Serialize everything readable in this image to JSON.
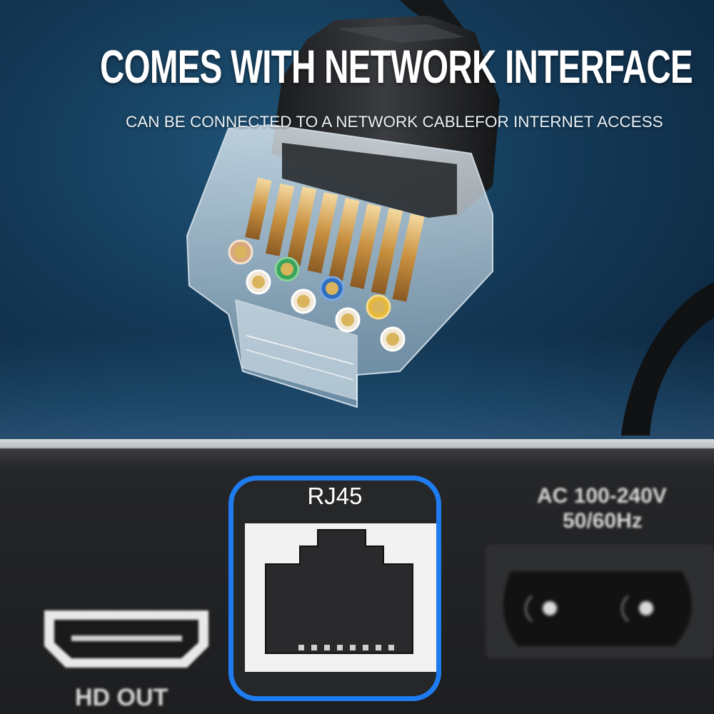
{
  "headline": "COMES WITH NETWORK INTERFACE",
  "subheadline": "CAN BE CONNECTED TO A NETWORK CABLEFOR INTERNET ACCESS",
  "ports": {
    "rj45_label": "RJ45",
    "hdmi_label": "HD OUT",
    "power_label_line1": "AC 100-240V",
    "power_label_line2": "50/60Hz"
  },
  "colors": {
    "highlight_frame": "#1f7cf0",
    "background_blue": "#143a58",
    "panel_dark": "#252628"
  },
  "wire_colors": [
    "#d8a880",
    "#f2e8d8",
    "#3aa45a",
    "#f2e8d8",
    "#2f6fc0",
    "#f2e8d8",
    "#e6b93a",
    "#f2e8d8"
  ]
}
